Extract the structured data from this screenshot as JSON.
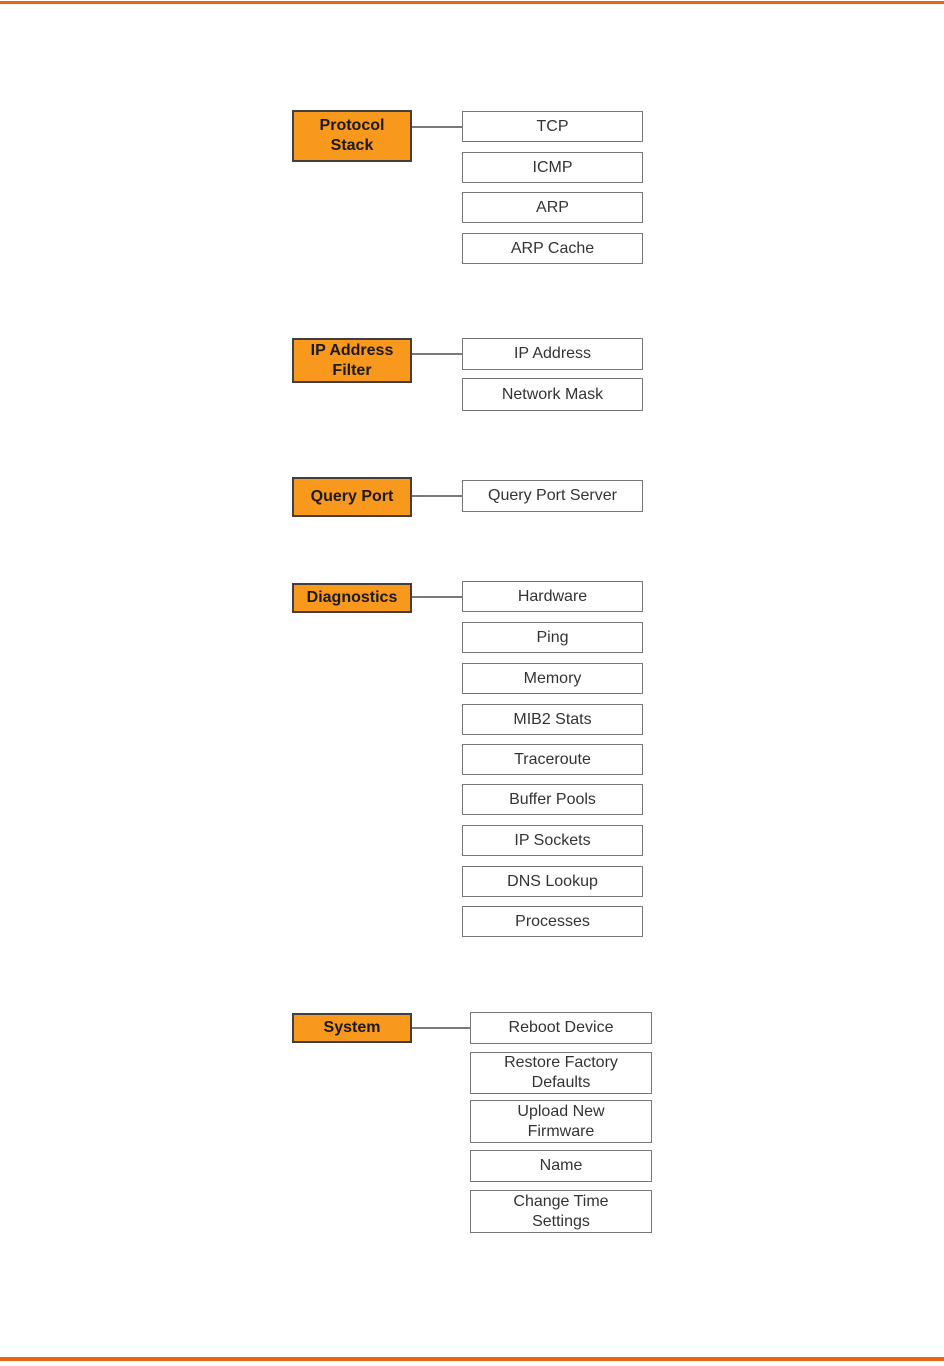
{
  "colors": {
    "rule-orange": "#EE6511",
    "box-orange": "#F8981D",
    "box-border-dark": "#3F3F3F",
    "child-border-gray": "#767676",
    "connector-gray": "#7A7A7A",
    "text-dark": "#1A1A1A",
    "child-text": "#333333"
  },
  "diagram": {
    "groups": [
      {
        "label": "Protocol\nStack",
        "children": [
          "TCP",
          "ICMP",
          "ARP",
          "ARP Cache"
        ]
      },
      {
        "label": "IP Address\nFilter",
        "children": [
          "IP Address",
          "Network Mask"
        ]
      },
      {
        "label": "Query Port",
        "children": [
          "Query Port Server"
        ]
      },
      {
        "label": "Diagnostics",
        "children": [
          "Hardware",
          "Ping",
          "Memory",
          "MIB2 Stats",
          "Traceroute",
          "Buffer Pools",
          "IP Sockets",
          "DNS Lookup",
          "Processes"
        ]
      },
      {
        "label": "System",
        "children": [
          "Reboot Device",
          "Restore Factory\nDefaults",
          "Upload New\nFirmware",
          "Name",
          "Change Time\nSettings"
        ]
      }
    ]
  }
}
